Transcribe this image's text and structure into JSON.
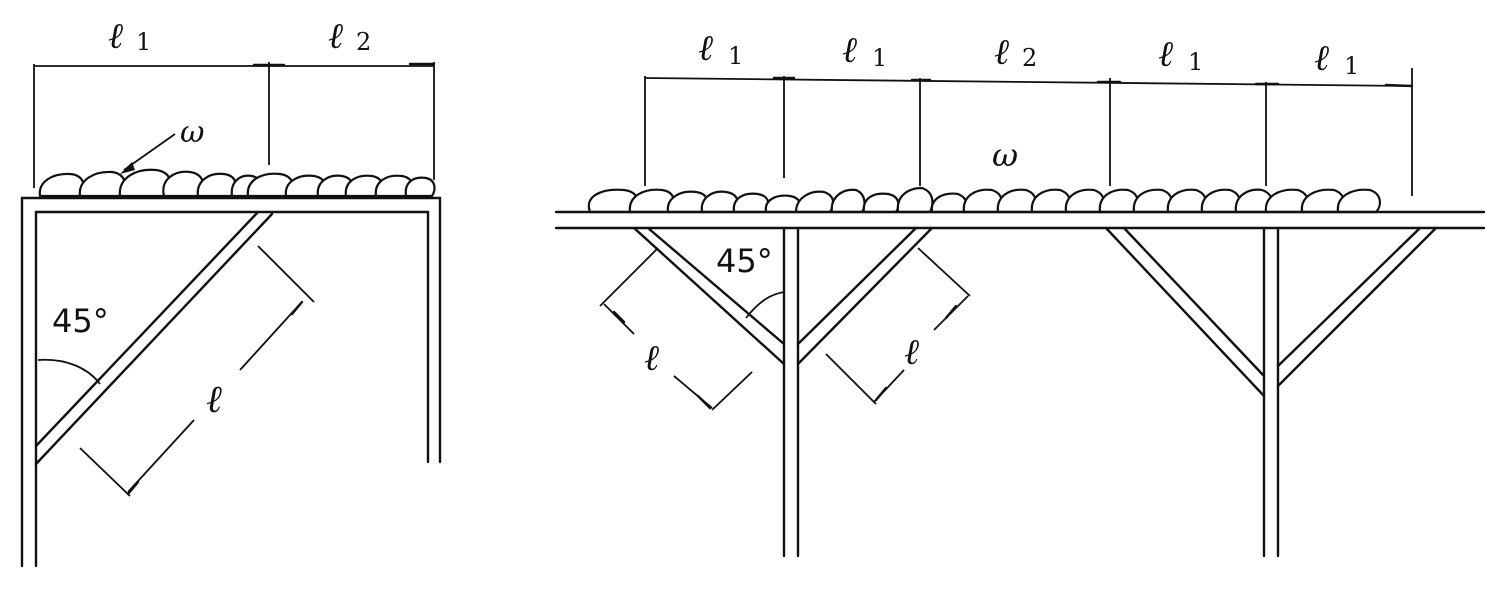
{
  "left_figure": {
    "span_labels": [
      {
        "symbol": "ℓ",
        "index": "1"
      },
      {
        "symbol": "ℓ",
        "index": "2"
      }
    ],
    "load_label": "ω",
    "angle_label": "45°",
    "brace_length_label": "ℓ"
  },
  "right_figure": {
    "span_labels": [
      {
        "symbol": "ℓ",
        "index": "1"
      },
      {
        "symbol": "ℓ",
        "index": "1"
      },
      {
        "symbol": "ℓ",
        "index": "2"
      },
      {
        "symbol": "ℓ",
        "index": "1"
      },
      {
        "symbol": "ℓ",
        "index": "1"
      }
    ],
    "load_label": "ω",
    "angle_label": "45°",
    "brace_length_labels": [
      "ℓ",
      "ℓ"
    ]
  }
}
